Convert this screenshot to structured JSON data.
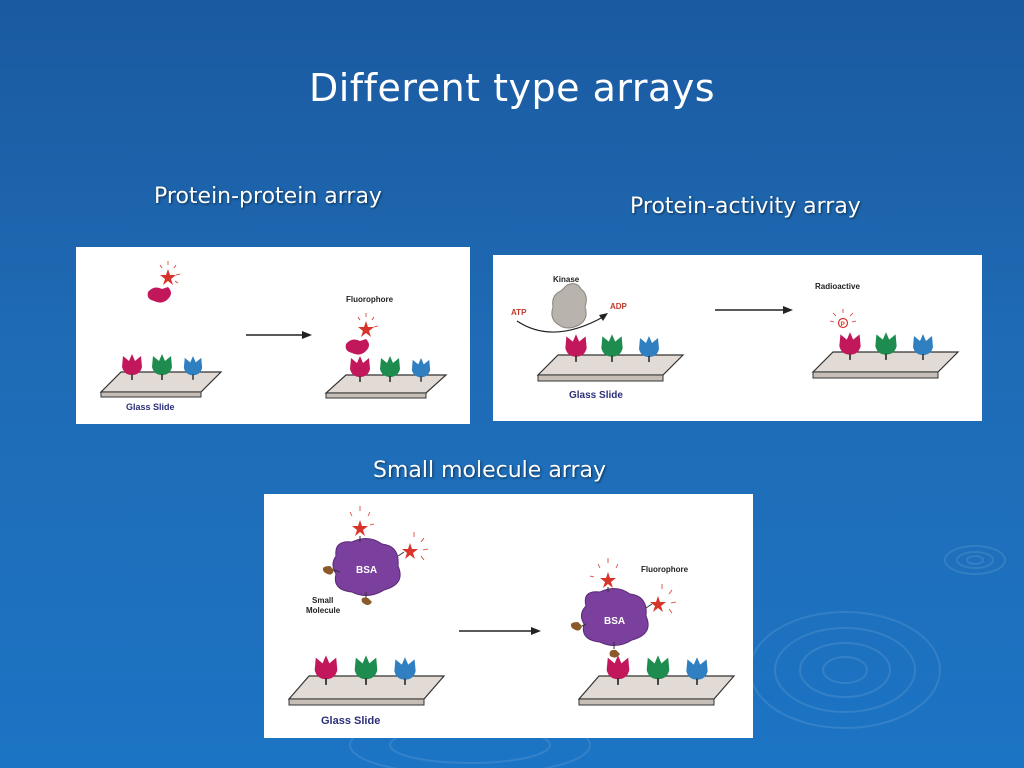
{
  "title": "Different type arrays",
  "panels": {
    "protein_protein": {
      "caption": "Protein-protein array",
      "fluorophore_label": "Fluorophore",
      "slide_label": "Glass Slide"
    },
    "protein_activity": {
      "caption": "Protein-activity array",
      "kinase_label": "Kinase",
      "atp_label": "ATP",
      "adp_label": "ADP",
      "radioactive_label": "Radioactive",
      "phosphate_label": "P",
      "slide_label": "Glass Slide"
    },
    "small_molecule": {
      "caption": "Small molecule array",
      "bsa_label": "BSA",
      "small_label_line1": "Small",
      "small_label_line2": "Molecule",
      "fluorophore_label": "Fluorophore",
      "slide_label": "Glass Slide"
    }
  },
  "colors": {
    "background": "#1f6bb5",
    "protein_magenta": "#c2185b",
    "protein_green": "#1e8c4e",
    "protein_blue": "#2f7fc1",
    "star_red": "#d9342b",
    "bsa_purple": "#7b3f9e",
    "kinase_gray": "#b8b3ad",
    "label_navy": "#2b2f7a",
    "atp_red": "#c0392b"
  }
}
